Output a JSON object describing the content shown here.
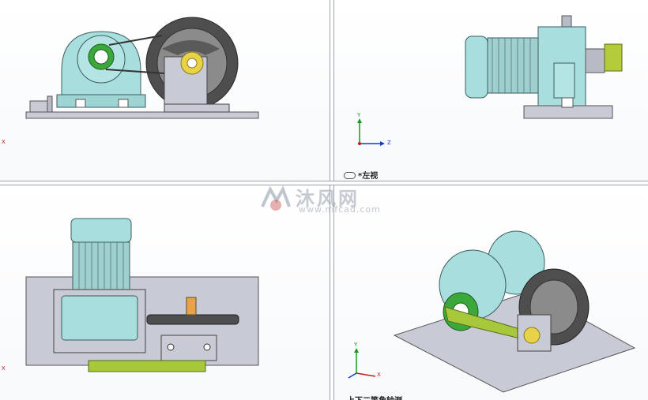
{
  "views": {
    "top_left": {
      "axis_hint": "X"
    },
    "top_right": {
      "label": "*左视",
      "triad": {
        "y": "Y",
        "z": "Z"
      }
    },
    "bottom_left": {
      "axis_hint": "X"
    },
    "bottom_right": {
      "label": "上下二等角轴测",
      "triad": {
        "y": "Y",
        "x": "X"
      }
    }
  },
  "watermark": {
    "text": "沐风网",
    "url": "www.mfcad.com"
  },
  "colors": {
    "motor": "#a8dede",
    "wheel": "#4e4e4e",
    "belt": "#a6c83a",
    "base": "#c8cad6",
    "bearing": "#e8d24a",
    "green_ring": "#3aa83a"
  }
}
